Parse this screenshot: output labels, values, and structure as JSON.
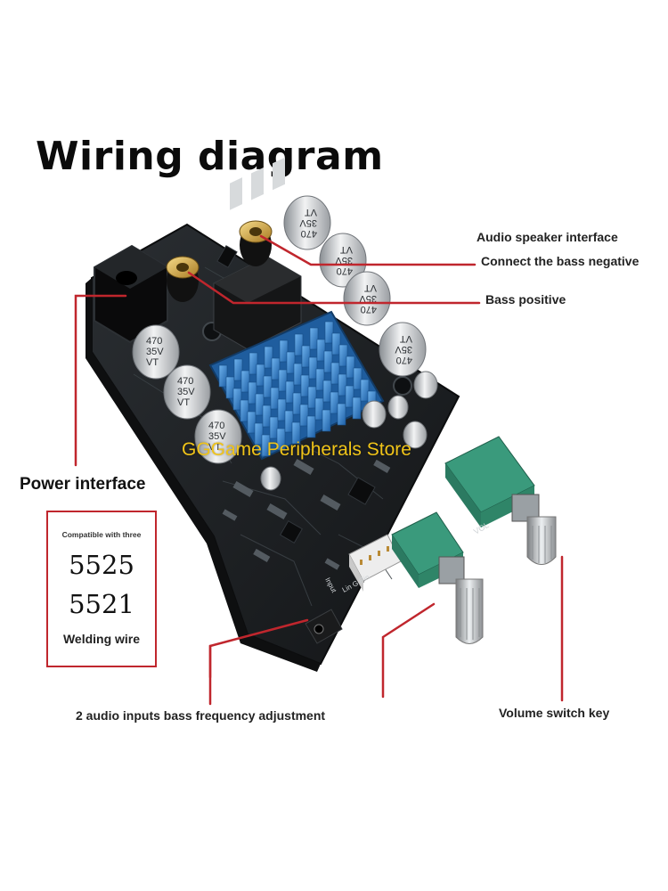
{
  "title": "Wiring diagram",
  "labels": {
    "audio_speaker_interface": "Audio speaker interface",
    "connect_bass_negative": "Connect the bass negative",
    "bass_positive": "Bass positive",
    "power_interface": "Power interface",
    "audio_inputs": "2 audio inputs bass frequency adjustment",
    "volume_switch": "Volume switch key"
  },
  "compat": {
    "title": "Compatible with three",
    "num1": "5525",
    "num2": "5521",
    "welding": "Welding wire"
  },
  "watermark": "GGGame Peripherals Store",
  "capacitor_text": [
    "470",
    "35V",
    "VT"
  ],
  "connector_pins": "Lin G Rin",
  "input_silk": "Input",
  "knob_label": "VOL",
  "colors": {
    "leader_line": "#c0262d",
    "pcb": "#1c1f22",
    "heatsink": "#2f7fcf",
    "potentiometer": "#3a9a7c",
    "watermark": "#f0c419"
  }
}
